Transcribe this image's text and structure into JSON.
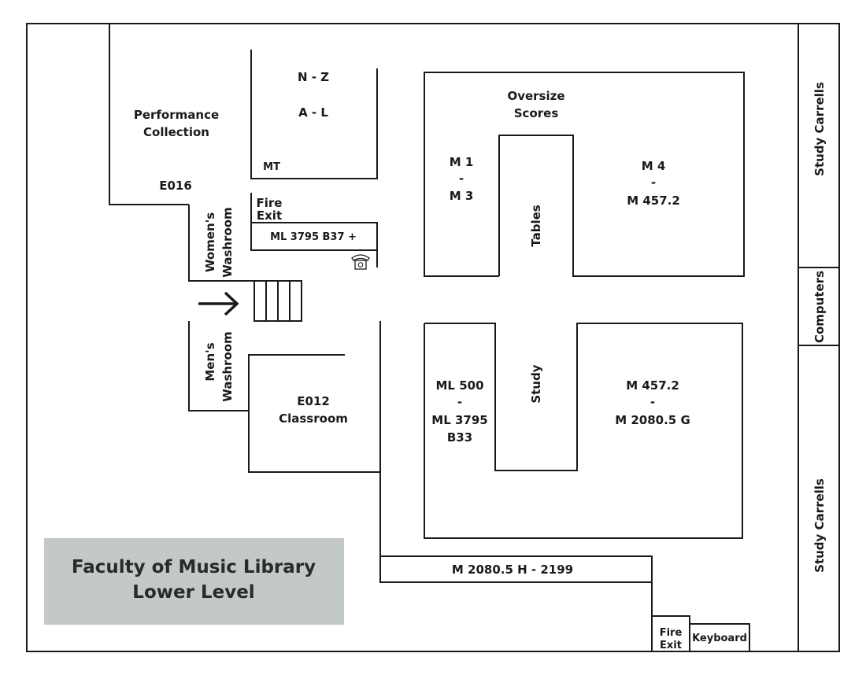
{
  "title": {
    "line1": "Faculty of Music Library",
    "line2": "Lower Level"
  },
  "colors": {
    "title_panel": "#c3c9c8",
    "walls": "#1a1a1a"
  },
  "icons": {
    "phone": "telephone-icon",
    "entrance": "entrance-arrow-icon",
    "stairs": "stairs-icon"
  },
  "rooms": {
    "performance": {
      "line1": "Performance",
      "line2": "Collection",
      "code": "E016"
    },
    "stack_nz": "N - Z",
    "stack_al": "A - L",
    "stack_mt": "MT",
    "fire_exit_top": {
      "line1": "Fire",
      "line2": "Exit"
    },
    "shelf_ml3795": "ML 3795 B37 +",
    "womens_washroom": {
      "line1": "Women's",
      "line2": "Washroom"
    },
    "mens_washroom": {
      "line1": "Men's",
      "line2": "Washroom"
    },
    "classroom": {
      "line1": "E012",
      "line2": "Classroom"
    },
    "oversize": {
      "line1": "Oversize",
      "line2": "Scores"
    },
    "m1_m3": {
      "line1": "M 1",
      "line2": "-",
      "line3": "M 3"
    },
    "tables": "Tables",
    "m4": {
      "line1": "M 4",
      "line2": "-",
      "line3": "M 457.2"
    },
    "ml500": {
      "line1": "ML 500",
      "line2": "-",
      "line3": "ML 3795",
      "line4": "B33"
    },
    "study": "Study",
    "m457": {
      "line1": "M 457.2",
      "line2": "-",
      "line3": "M 2080.5 G"
    },
    "m2080_shelf": "M 2080.5 H - 2199",
    "fire_exit_bottom": {
      "line1": "Fire",
      "line2": "Exit"
    },
    "keyboard": "Keyboard",
    "study_carrells_top": "Study  Carrells",
    "computers": "Computers",
    "study_carrells_bottom": "Study  Carrells"
  }
}
